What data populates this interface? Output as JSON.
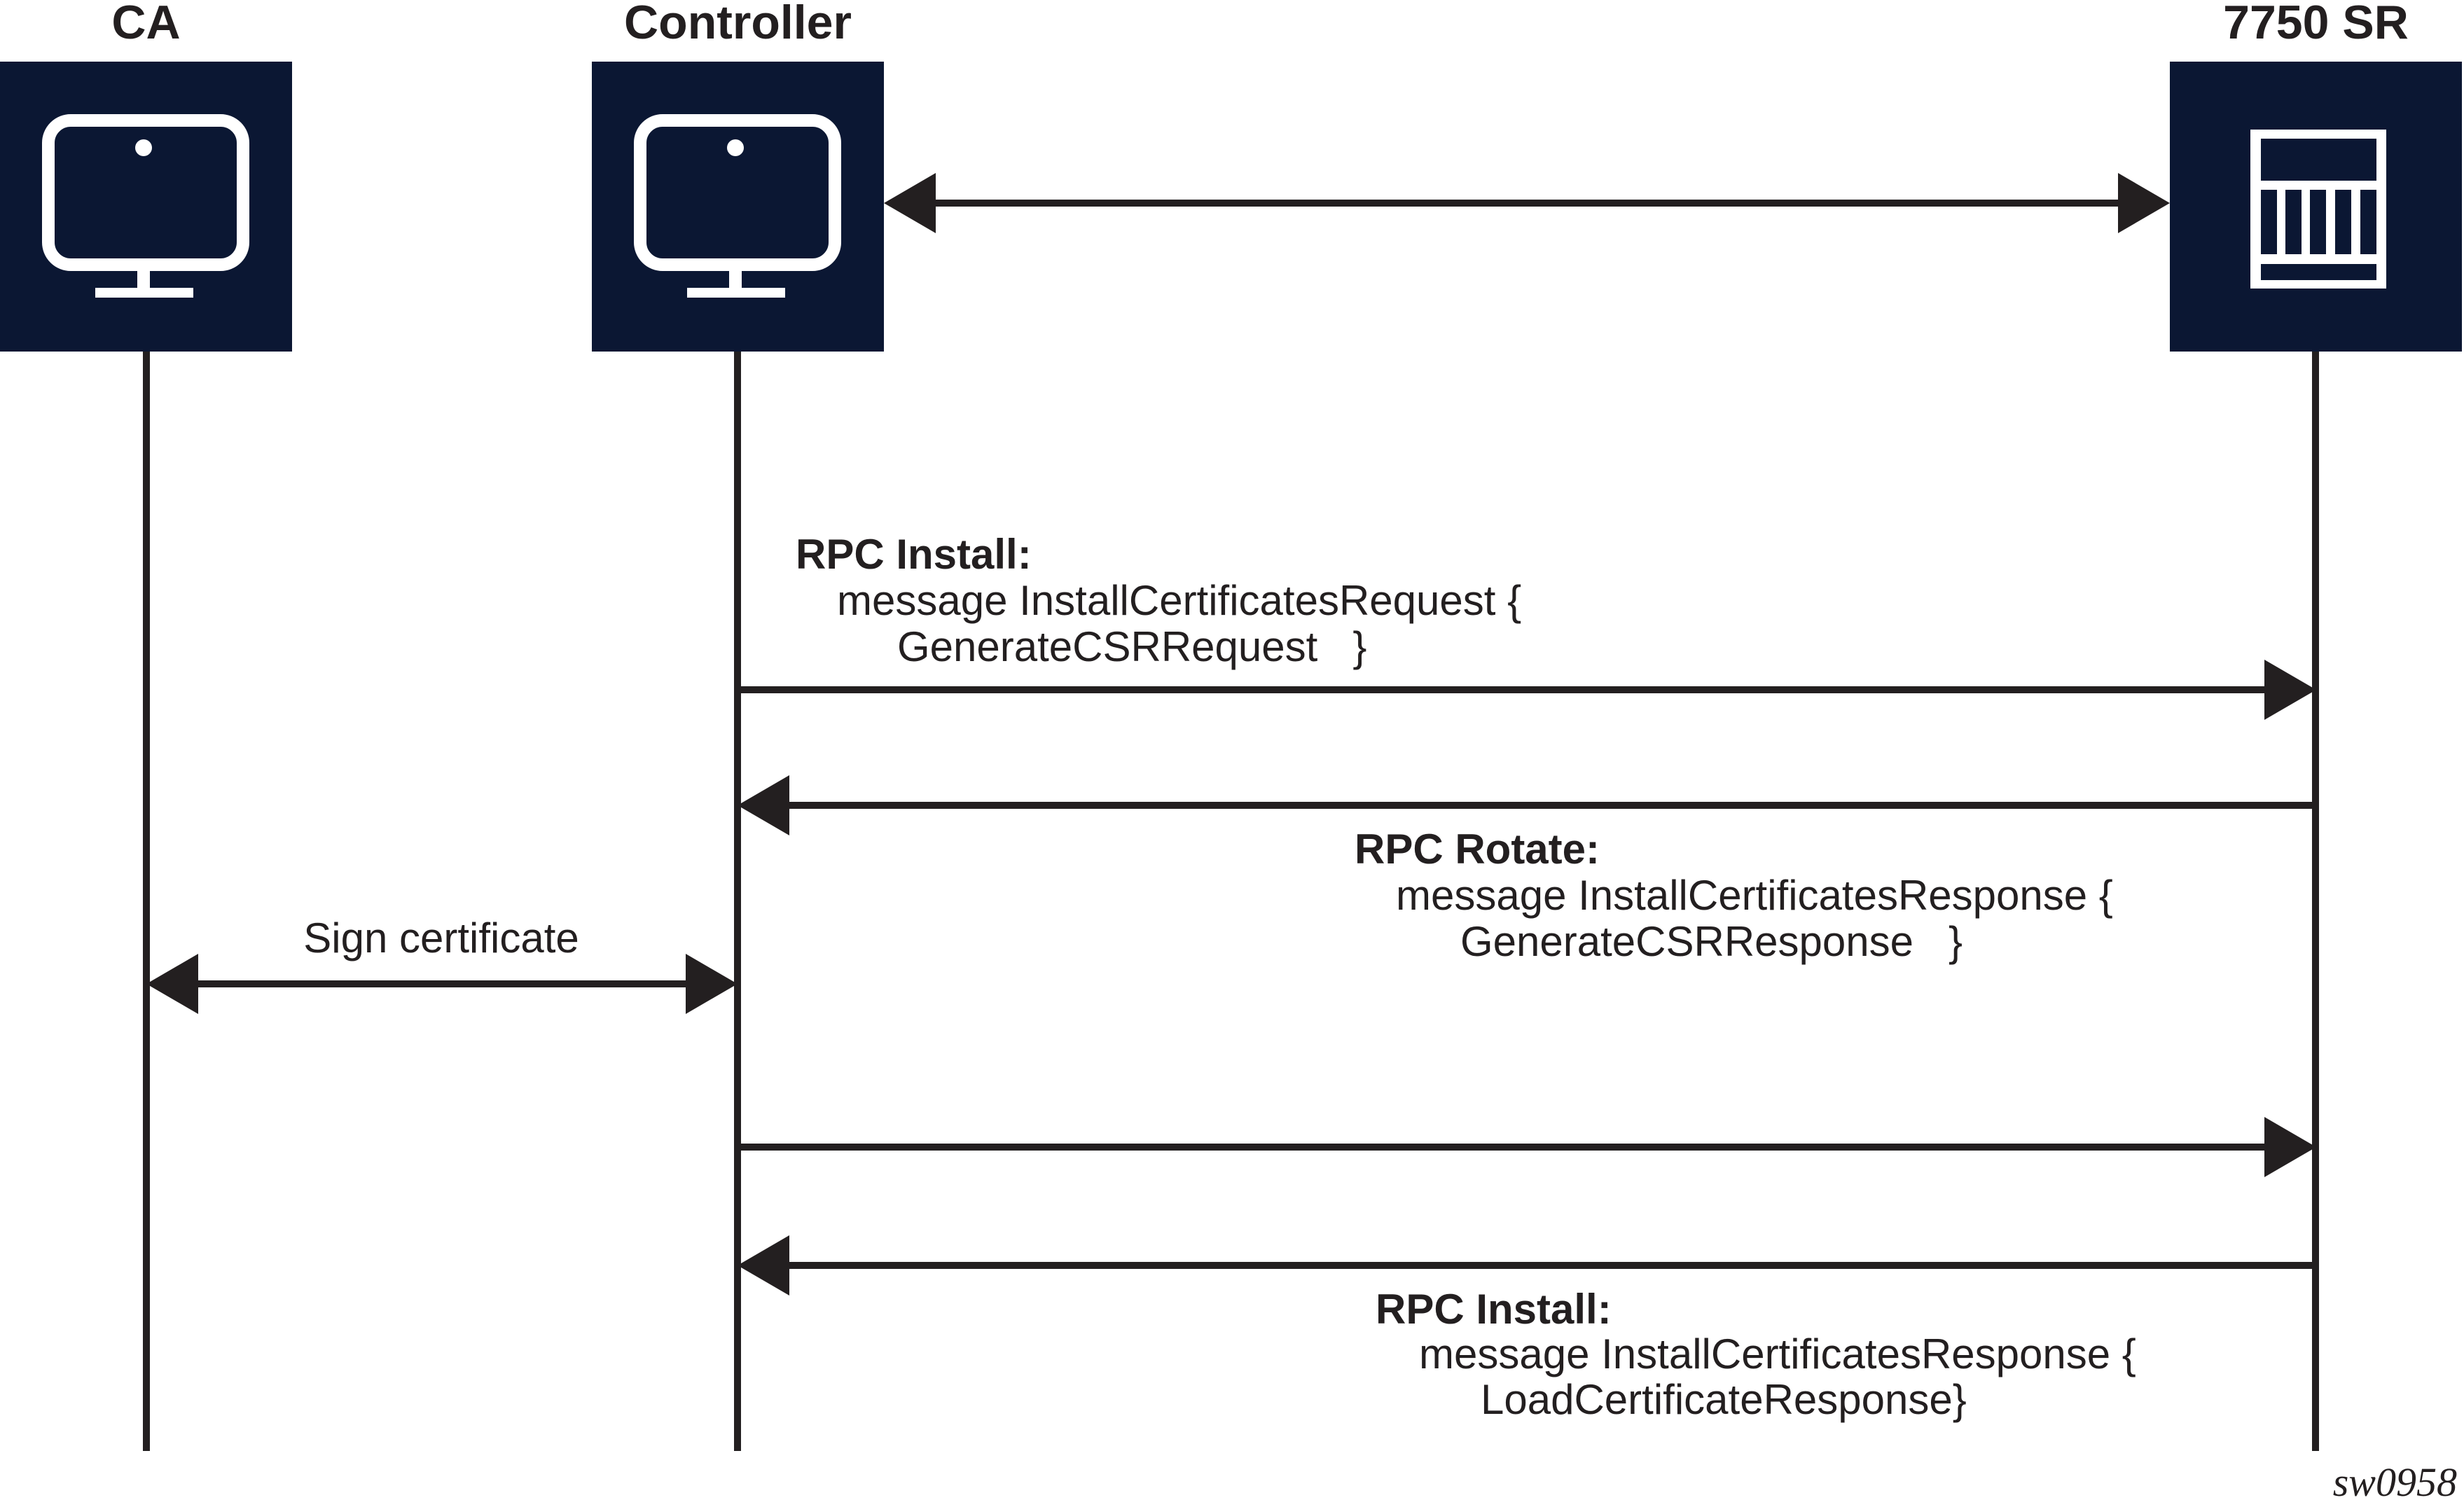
{
  "actors": [
    {
      "label": "CA",
      "icon": "monitor-icon"
    },
    {
      "label": "Controller",
      "icon": "monitor-icon"
    },
    {
      "label": "7750 SR",
      "icon": "router-icon"
    }
  ],
  "messages": {
    "session_link": {
      "from": "Controller",
      "to": "7750 SR",
      "style": "double-arrow",
      "label": ""
    },
    "install_request": {
      "from": "Controller",
      "to": "7750 SR",
      "title": "RPC Install:",
      "line2": "message InstallCertificatesRequest {",
      "line3": "GenerateCSRRequest   }"
    },
    "rotate_response": {
      "from": "7750 SR",
      "to": "Controller",
      "title": "RPC Rotate:",
      "line2": "message InstallCertificatesResponse {",
      "line3": "GenerateCSRResponse   }"
    },
    "sign_certificate": {
      "from": "CA",
      "to": "Controller",
      "style": "double-arrow",
      "label": "Sign certificate"
    },
    "load_request": {
      "from": "Controller",
      "to": "7750 SR",
      "label": ""
    },
    "install_response": {
      "from": "7750 SR",
      "to": "Controller",
      "title": "RPC Install:",
      "line2": "message InstallCertificatesResponse {",
      "line3": "LoadCertificateResponse}"
    }
  },
  "footer": {
    "figure_id": "sw0958"
  },
  "colors": {
    "node_fill": "#0B1733",
    "line_color": "#231F20",
    "icon_color": "#FFFFFF",
    "background": "#FFFFFF"
  }
}
